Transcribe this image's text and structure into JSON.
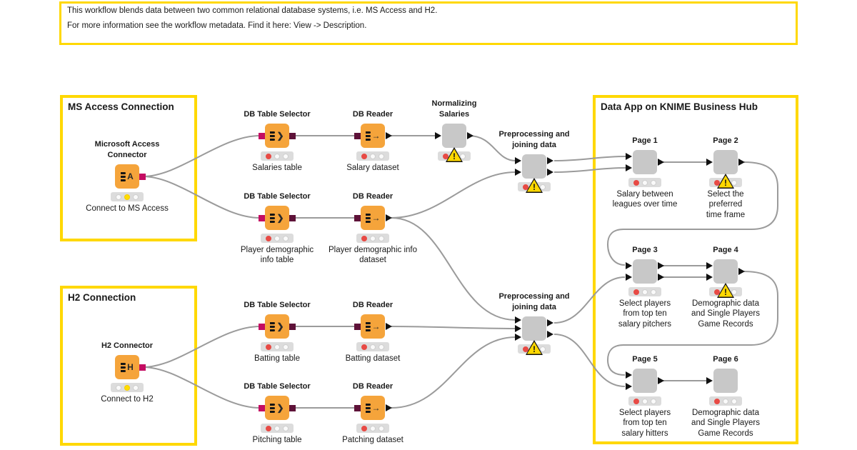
{
  "annotation": {
    "line1": "This workflow blends data between two common relational database systems, i.e. MS Access and H2.",
    "line2": "For more information see the workflow metadata. Find it here: View -> Description."
  },
  "boxes": {
    "ms_access": {
      "title": "MS Access Connection"
    },
    "h2": {
      "title": "H2 Connection"
    },
    "hub": {
      "title": "Data App on KNIME Business Hub"
    }
  },
  "icons": {
    "warning": "!"
  },
  "colors": {
    "annotation_border": "#FFD800",
    "node_orange": "#F5A43B",
    "node_gray": "#C8C8C8",
    "port_db_session": "#C40C62",
    "port_db_data": "#5E1238",
    "wire": "#9B9B9B",
    "light_red": "#E84A45",
    "light_yellow": "#FFDD00"
  },
  "nodes": {
    "ms_conn": {
      "name": "Microsoft Access Connector",
      "caption": "Connect to MS Access",
      "icon": "A"
    },
    "h2_conn": {
      "name": "H2 Connector",
      "caption": "Connect  to H2",
      "icon": "H"
    },
    "ts_salaries": {
      "name": "DB Table Selector",
      "caption": "Salaries table",
      "icon": "❯"
    },
    "rd_salary": {
      "name": "DB Reader",
      "caption": "Salary dataset",
      "icon": "→"
    },
    "ts_player": {
      "name": "DB Table Selector",
      "caption": "Player demographic info table",
      "icon": "❯"
    },
    "rd_player": {
      "name": "DB Reader",
      "caption": "Player demographic info dataset",
      "icon": "→"
    },
    "ts_batting": {
      "name": "DB Table Selector",
      "caption": "Batting table",
      "icon": "❯"
    },
    "rd_batting": {
      "name": "DB Reader",
      "caption": "Batting dataset",
      "icon": "→"
    },
    "ts_pitching": {
      "name": "DB Table Selector",
      "caption": "Pitching table",
      "icon": "❯"
    },
    "rd_patching": {
      "name": "DB Reader",
      "caption": "Patching dataset",
      "icon": "→"
    },
    "normalizing": {
      "name": "Normalizing Salaries",
      "caption": ""
    },
    "preproc1": {
      "name": "Preprocessing and joining data",
      "caption": ""
    },
    "preproc2": {
      "name": "Preprocessing and joining data",
      "caption": ""
    },
    "page1": {
      "name": "Page 1",
      "caption": "Salary between leagues over time"
    },
    "page2": {
      "name": "Page 2",
      "caption": "Select the preferred time frame"
    },
    "page3": {
      "name": "Page 3",
      "caption": "Select players from top ten salary pitchers"
    },
    "page4": {
      "name": "Page 4",
      "caption": "Demographic data and Single Players Game Records"
    },
    "page5": {
      "name": "Page 5",
      "caption": "Select players from top ten salary hitters"
    },
    "page6": {
      "name": "Page 6",
      "caption": "Demographic data and Single Players Game Records"
    }
  }
}
